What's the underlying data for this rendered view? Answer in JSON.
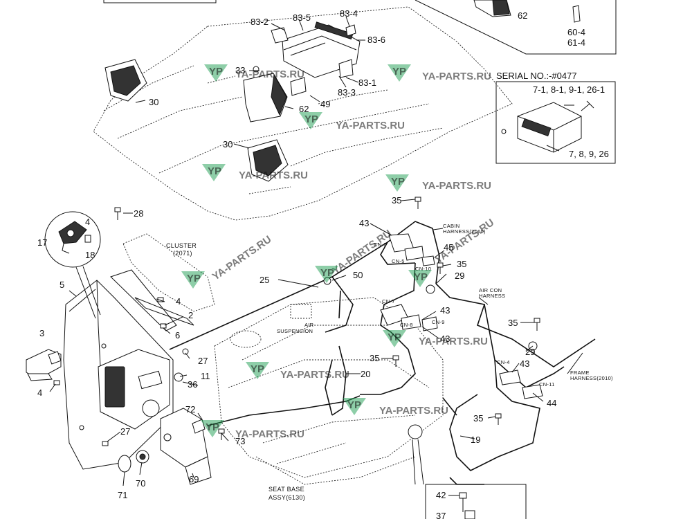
{
  "serial_box": {
    "title": "SERIAL NO.:-#0477",
    "callout_top": "7-1, 8-1, 9-1, 26-1",
    "callout_bottom": "7, 8, 9, 26"
  },
  "texts": {
    "cluster": "CLUSTER",
    "cluster_code": "(2071)",
    "cabin": "CABIN",
    "cabin_harness": "HARNESS(2060)",
    "aircon": "AIR CON",
    "aircon_harness": "HARNESS",
    "frame": "FRAME",
    "frame_harness": "HARNESS(2010)",
    "air": "AIR",
    "suspension": "SUSPENSION",
    "seat_base": "SEAT BASE",
    "seat_base_assy": "ASSY(6130)"
  },
  "connectors": {
    "cn6": "CN-6",
    "cn5": "CN-5",
    "cn10": "CN-10",
    "cn7": "CN-7",
    "cn8": "CN-8",
    "cn9": "CN-9",
    "cn4": "CN-4",
    "cn11": "CN-11"
  },
  "callouts": {
    "c83_2": "83-2",
    "c83_5": "83-5",
    "c83_4": "83-4",
    "c83_6": "83-6",
    "c83_1": "83-1",
    "c83_3": "83-3",
    "c33": "33",
    "c49": "49",
    "c62a": "62",
    "c62b": "62",
    "c60_4": "60-4",
    "c61_4": "61-4",
    "c30a": "30",
    "c30b": "30",
    "c28": "28",
    "c4a": "4",
    "c17": "17",
    "c18": "18",
    "c5": "5",
    "c3": "3",
    "c4b": "4",
    "c4c": "4",
    "c2": "2",
    "c6": "6",
    "c27a": "27",
    "c27b": "27",
    "c11": "11",
    "c36": "36",
    "c25": "25",
    "c50": "50",
    "c72": "72",
    "c73": "73",
    "c70": "70",
    "c71": "71",
    "c69": "69",
    "c35a": "35",
    "c43a": "43",
    "c45": "45",
    "c35b": "35",
    "c29a": "29",
    "c43b": "43",
    "c43c": "43",
    "c35c": "35",
    "c29b": "29",
    "c35d": "35",
    "c20": "20",
    "c43d": "43",
    "c44": "44",
    "c35e": "35",
    "c19": "19",
    "c42": "42",
    "c37": "37"
  },
  "watermark": {
    "logo": "YP",
    "text": "YA-PARTS.RU"
  }
}
